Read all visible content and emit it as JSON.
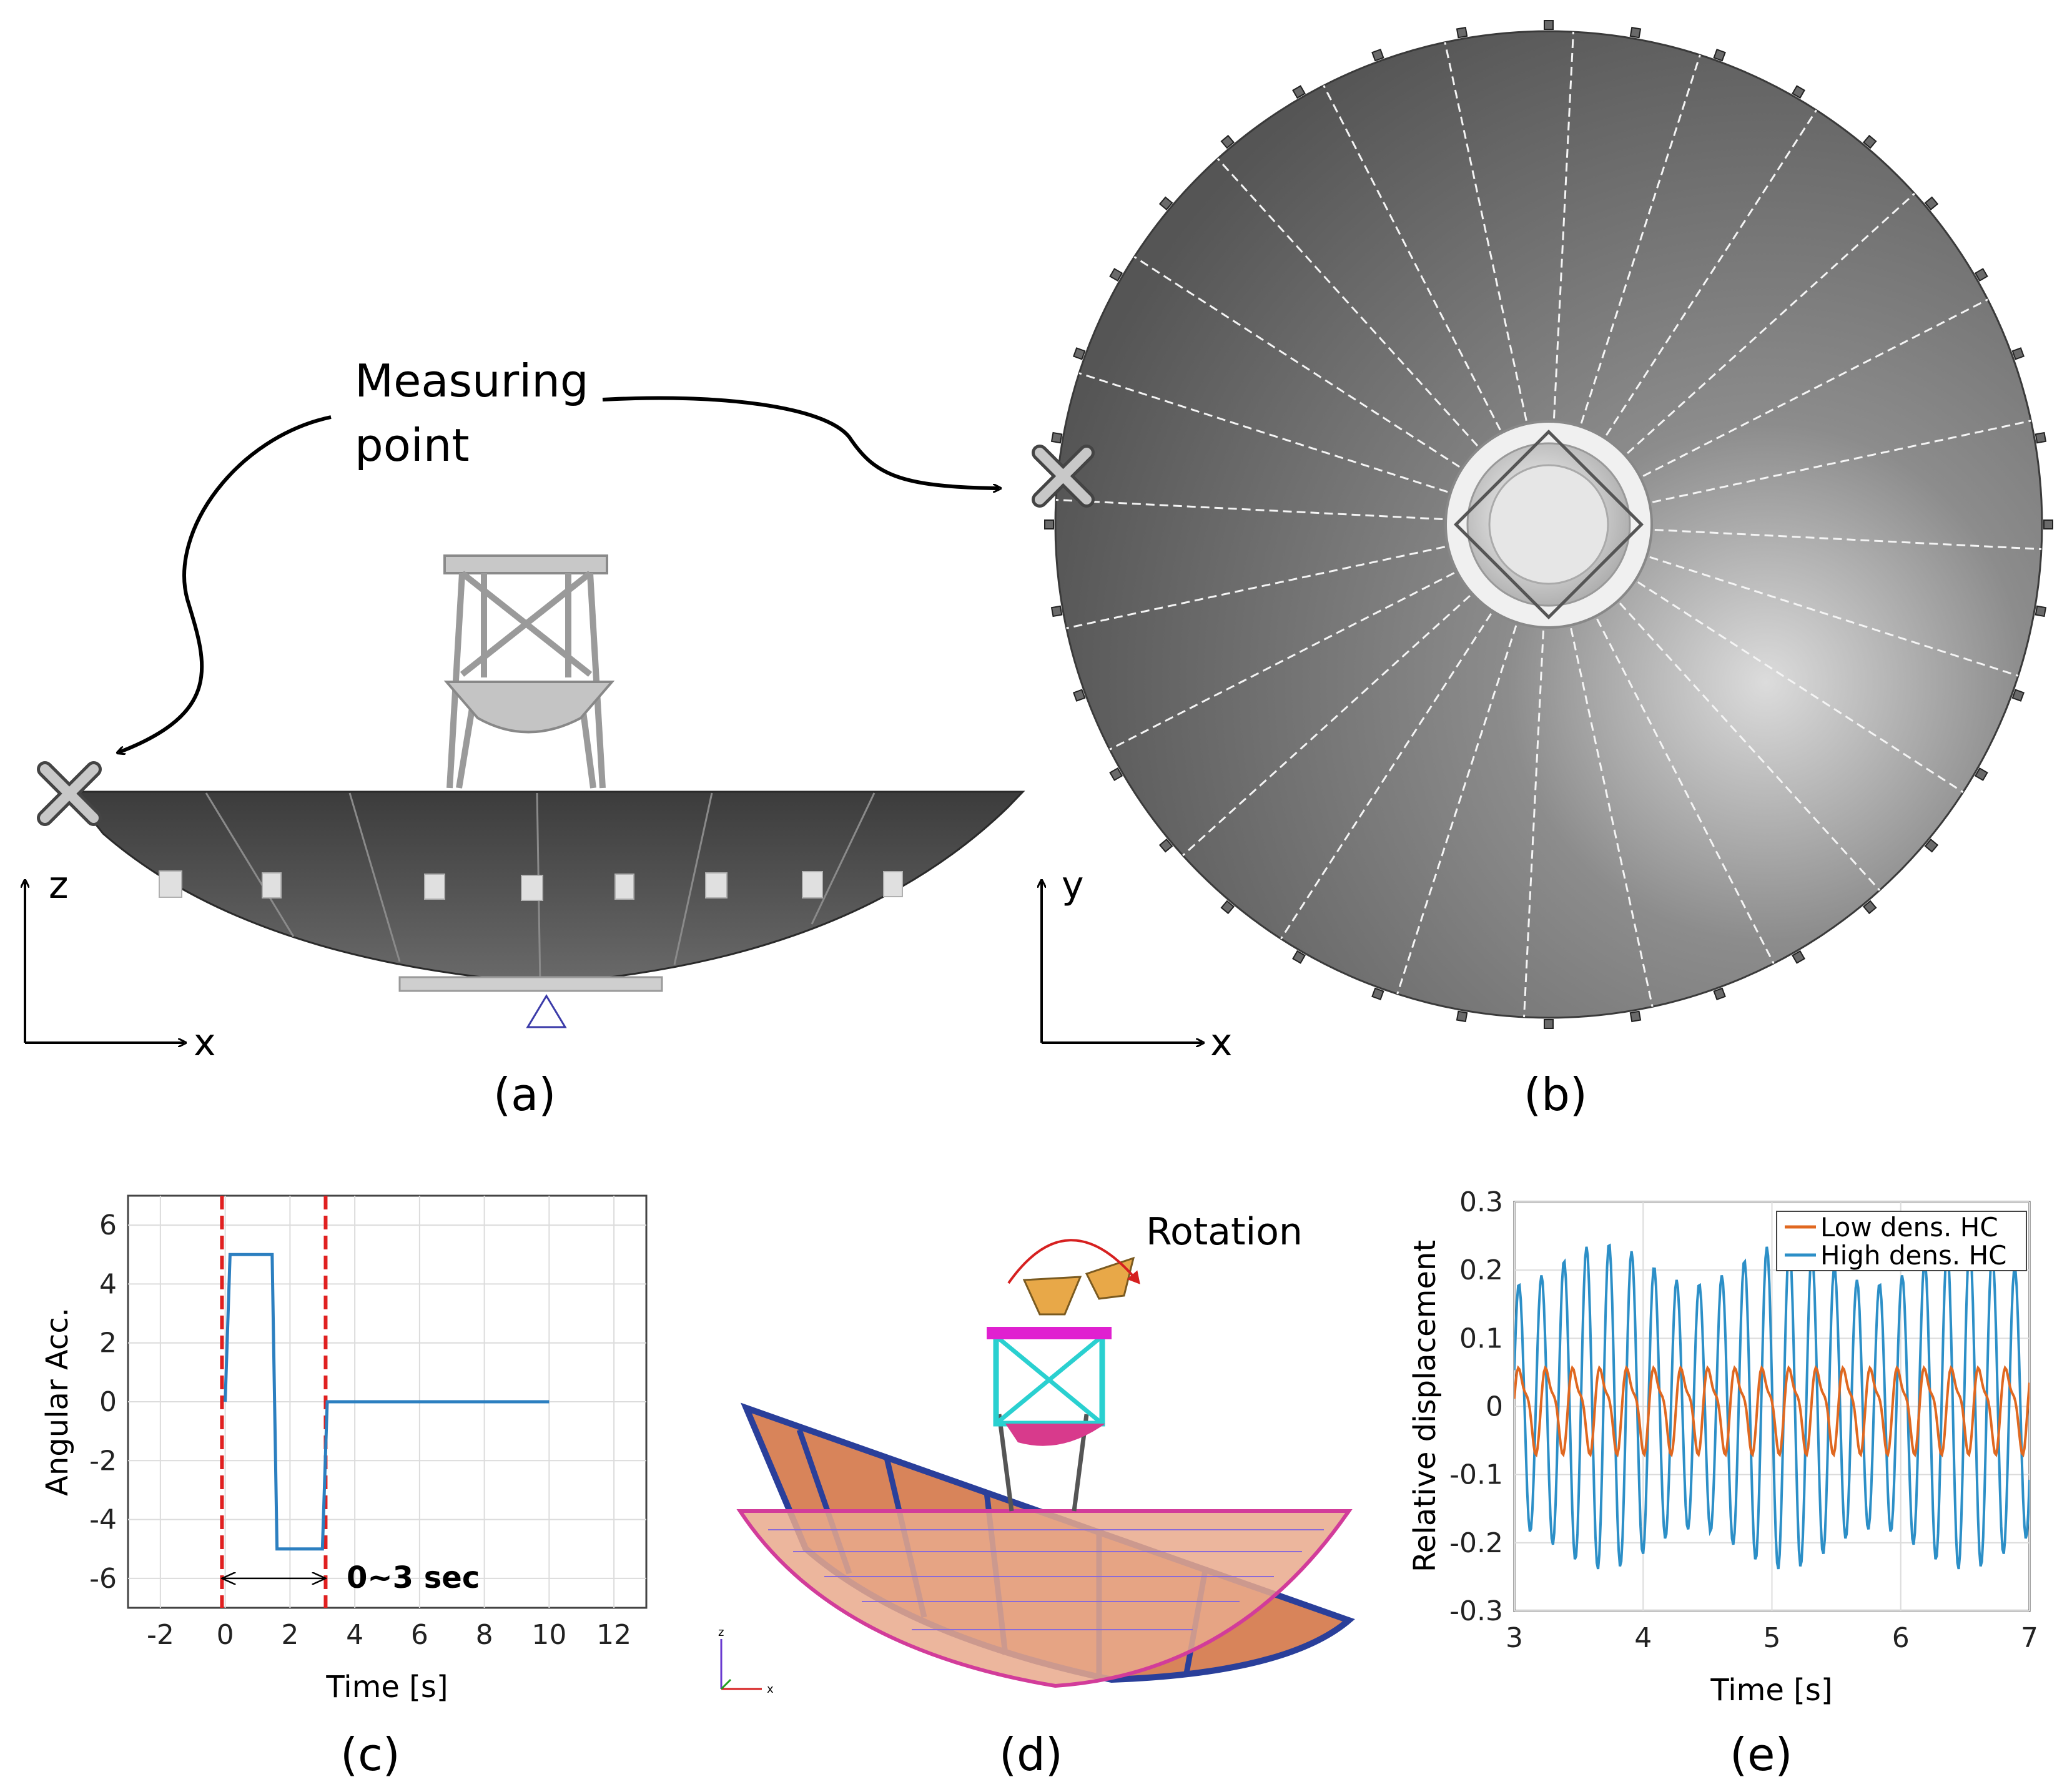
{
  "annotations": {
    "measuring_point_line1": "Measuring",
    "measuring_point_line2": "point",
    "rotation": "Rotation",
    "duration": "0~3 sec"
  },
  "panels": {
    "a": "(a)",
    "b": "(b)",
    "c": "(c)",
    "d": "(d)",
    "e": "(e)"
  },
  "axes_a": {
    "vertical": "z",
    "horizontal": "x"
  },
  "axes_b": {
    "vertical": "y",
    "horizontal": "x"
  },
  "axes_d": {
    "vertical": "z",
    "horizontal": "x"
  },
  "colors": {
    "dish_dark": "#4d4d4d",
    "dish_light": "#d8d8d8",
    "series_low": "#e06820",
    "series_high": "#2c8fc7",
    "dashed_red": "#e02020",
    "mesh_orange": "#d8845a",
    "mesh_blue": "#2a3f9a"
  },
  "chart_data": [
    {
      "panel": "c",
      "type": "line",
      "xlabel": "Time [s]",
      "ylabel": "Angular Acc.",
      "xlim": [
        -3,
        13
      ],
      "ylim": [
        -7,
        7
      ],
      "xticks": [
        -2,
        0,
        2,
        4,
        6,
        8,
        10,
        12
      ],
      "yticks": [
        -6,
        -4,
        -2,
        0,
        2,
        4,
        6
      ],
      "grid": true,
      "vlines": [
        -0.1,
        3.1
      ],
      "series": [
        {
          "x": [
            0,
            0.15,
            1.45,
            1.6,
            3.0,
            3.15,
            10
          ],
          "y": [
            0,
            5,
            5,
            -5,
            -5,
            0,
            0
          ]
        }
      ]
    },
    {
      "panel": "e",
      "type": "line",
      "xlabel": "Time [s]",
      "ylabel": "Relative displacement",
      "xlim": [
        3,
        7
      ],
      "ylim": [
        -0.3,
        0.3
      ],
      "xticks": [
        3,
        4,
        5,
        6,
        7
      ],
      "yticks": [
        -0.3,
        -0.2,
        -0.1,
        0,
        0.1,
        0.2,
        0.3
      ],
      "yticklabels": [
        "-0.3",
        "-0.2",
        "-0.1",
        "0",
        "0.1",
        "0.2",
        "0.3"
      ],
      "grid": true,
      "legend": "top-right",
      "series": [
        {
          "name": "Low dens. HC",
          "model": "sine",
          "amplitude": 0.055,
          "period": 0.21,
          "harmonic": 0.02,
          "samples": 400
        },
        {
          "name": "High dens. HC",
          "model": "sine",
          "amplitude": 0.21,
          "period": 0.175,
          "beat": 0.03,
          "samples": 400
        }
      ]
    }
  ]
}
